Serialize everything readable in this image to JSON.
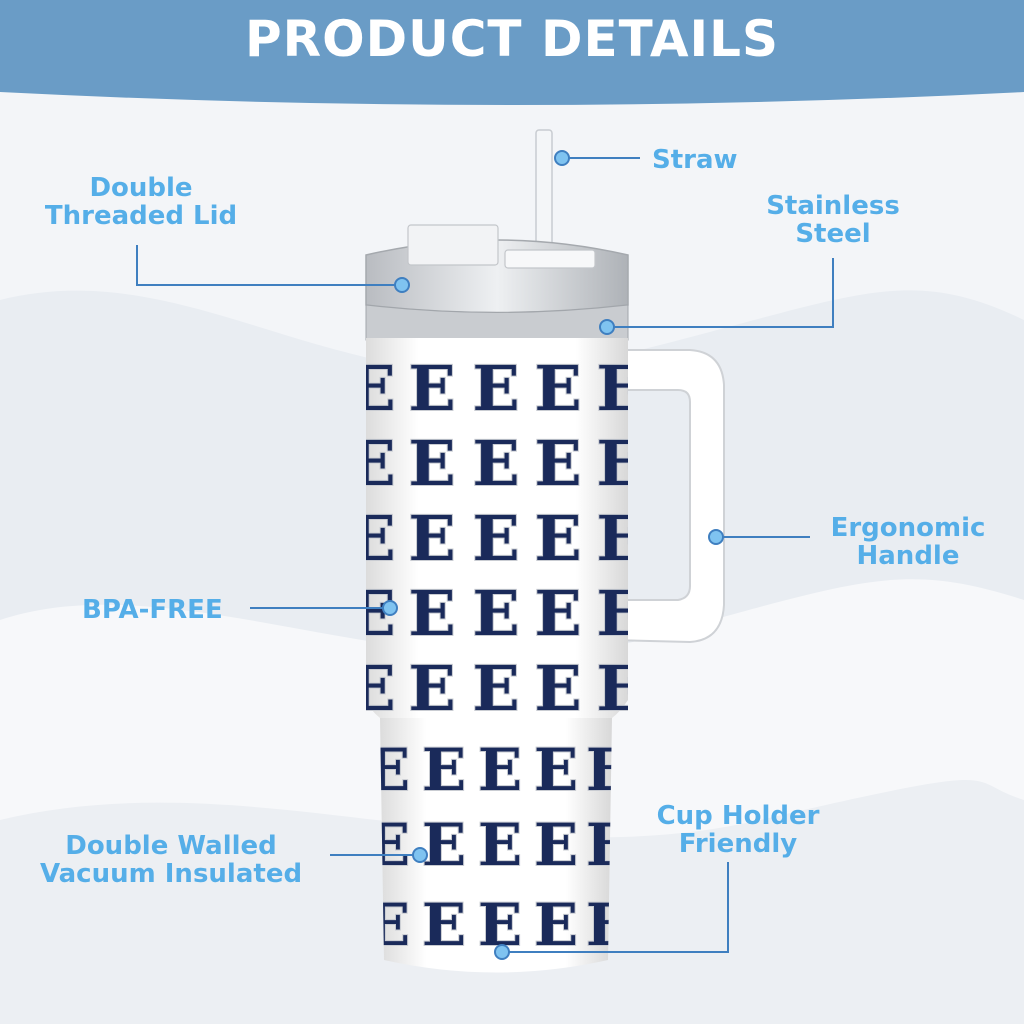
{
  "header": {
    "title": "PRODUCT DETAILS"
  },
  "colors": {
    "accent": "#6a9cc6",
    "label": "#55aee8",
    "pattern": "#1a2a5a"
  },
  "product": {
    "pattern_letter": "E"
  },
  "callouts": {
    "straw": {
      "text": "Straw"
    },
    "lid": {
      "line1": "Double",
      "line2": "Threaded Lid"
    },
    "steel": {
      "line1": "Stainless",
      "line2": "Steel"
    },
    "handle": {
      "line1": "Ergonomic",
      "line2": "Handle"
    },
    "bpa": {
      "text": "BPA-FREE"
    },
    "holder": {
      "line1": "Cup Holder",
      "line2": "Friendly"
    },
    "vacuum": {
      "line1": "Double Walled",
      "line2": "Vacuum Insulated"
    }
  }
}
